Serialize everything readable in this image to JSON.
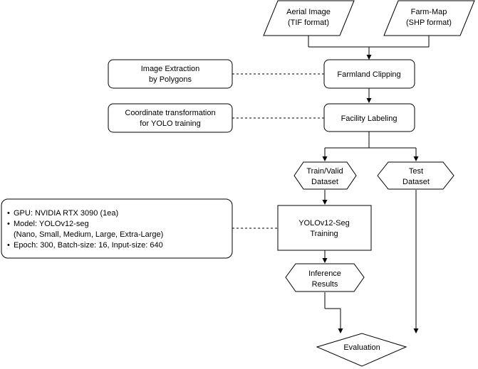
{
  "nodes": {
    "aerial_image": {
      "line1": "Aerial Image",
      "line2": "(TIF format)"
    },
    "farm_map": {
      "line1": "Farm-Map",
      "line2": "(SHP format)"
    },
    "farmland_clipping": {
      "line1": "Farmland Clipping"
    },
    "facility_labeling": {
      "line1": "Facility Labeling"
    },
    "train_valid_dataset": {
      "line1": "Train/Valid",
      "line2": "Dataset"
    },
    "test_dataset": {
      "line1": "Test",
      "line2": "Dataset"
    },
    "yolo_training": {
      "line1": "YOLOv12-Seg",
      "line2": "Training"
    },
    "inference_results": {
      "line1": "Inference",
      "line2": "Results"
    },
    "evaluation": {
      "line1": "Evaluation"
    }
  },
  "notes": {
    "image_extraction": {
      "line1": "Image Extraction",
      "line2": "by Polygons"
    },
    "coordinate_transformation": {
      "line1": "Coordinate transformation",
      "line2": "for YOLO training"
    },
    "training_config": {
      "bullet": "•",
      "items": [
        "GPU: NVIDIA RTX 3090 (1ea)",
        "Model: YOLOv12-seg",
        "(Nano, Small, Medium, Large, Extra-Large)",
        "Epoch: 300, Batch-size: 16, Input-size: 640"
      ]
    }
  }
}
